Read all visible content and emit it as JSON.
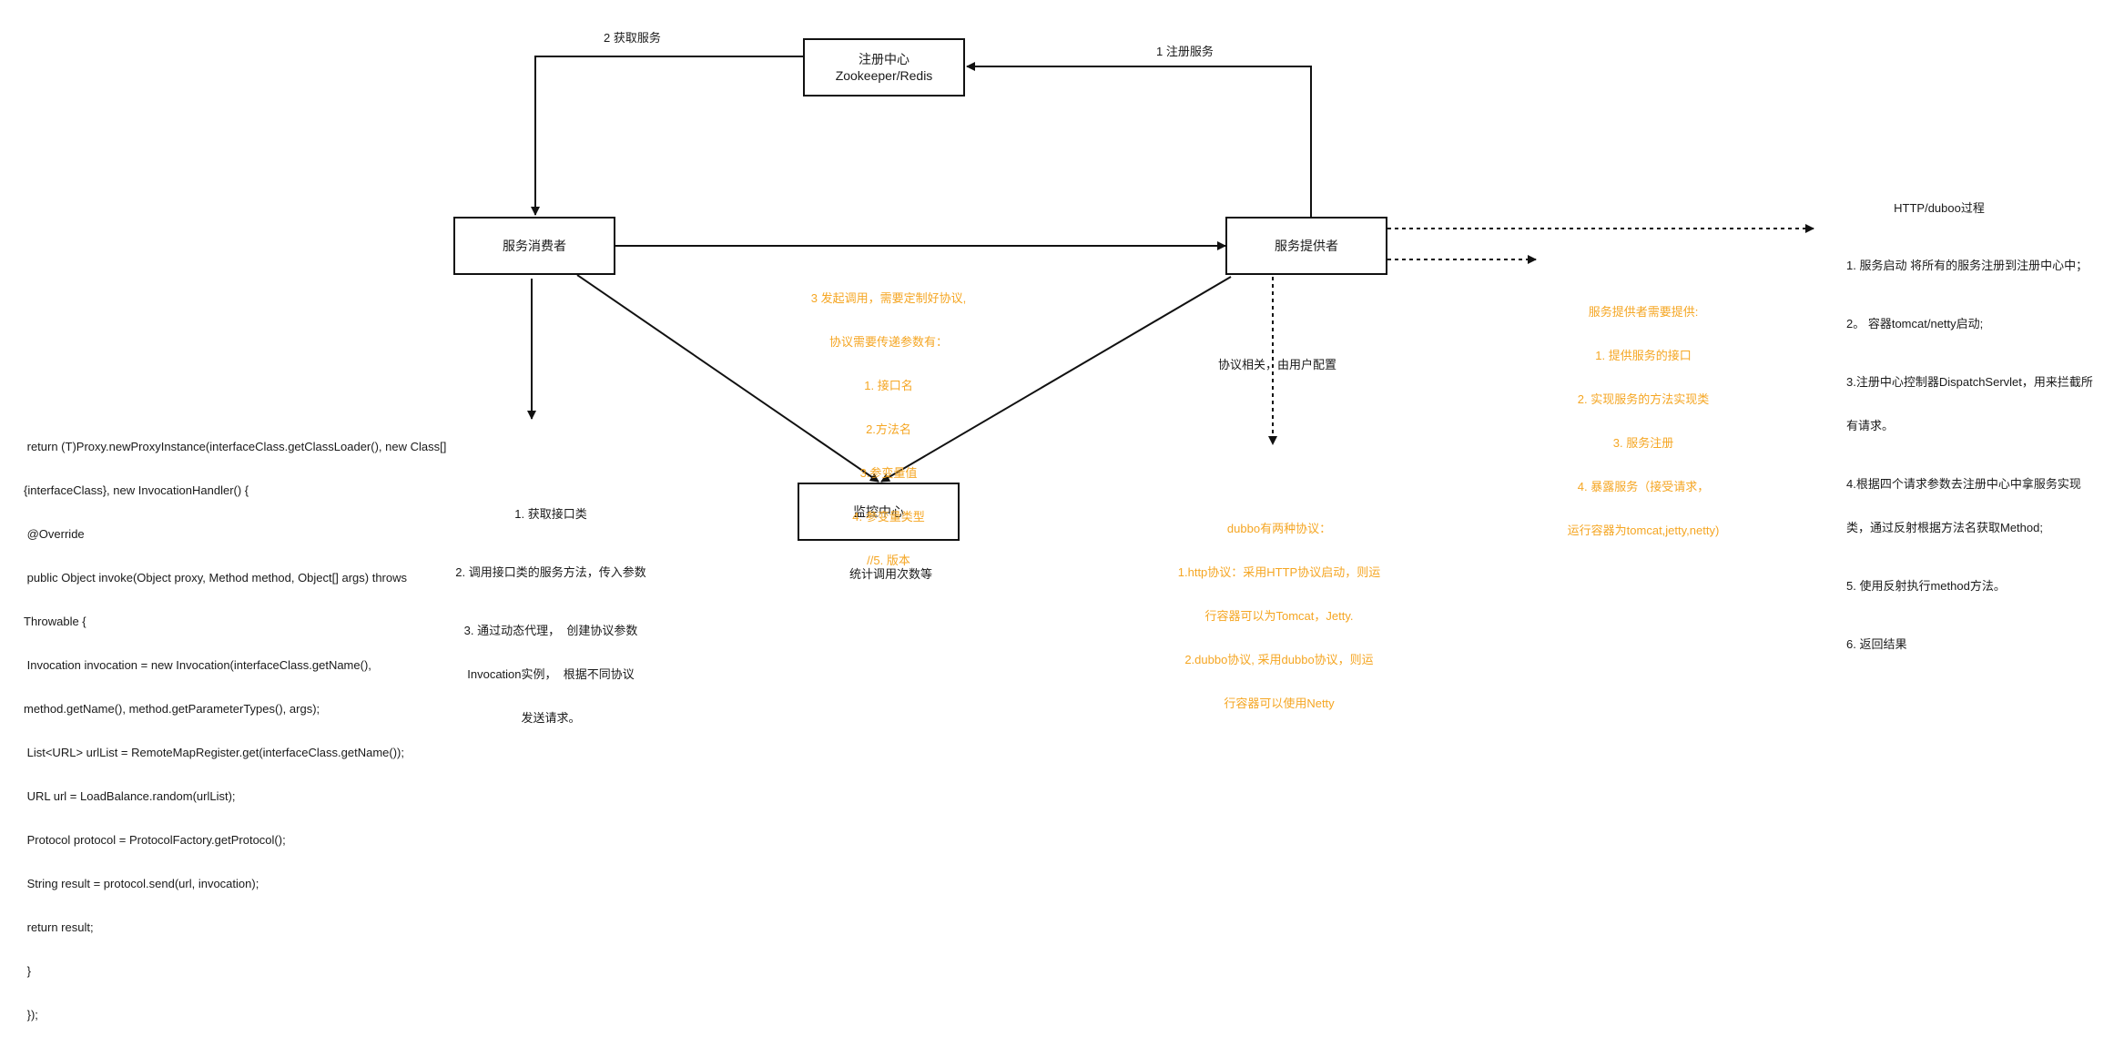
{
  "nodes": {
    "registry": {
      "line1": "注册中心",
      "line2": "Zookeeper/Redis"
    },
    "consumer": {
      "label": "服务消费者"
    },
    "provider": {
      "label": "服务提供者"
    },
    "monitor": {
      "label": "监控中心"
    }
  },
  "edges": {
    "get_service": "2 获取服务",
    "register_service": "1 注册服务",
    "protocol_config": "协议相关，由用户配置"
  },
  "invoke_note": [
    "3 发起调用，需要定制好协议,",
    "协议需要传递参数有：",
    "1. 接口名",
    "2.方法名",
    "3.参变量值",
    "4. 参变量类型",
    "//5. 版本"
  ],
  "provider_note": [
    "服务提供者需要提供:",
    "1. 提供服务的接口",
    "2. 实现服务的方法实现类",
    "3. 服务注册",
    "4. 暴露服务（接受请求，",
    "运行容器为tomcat,jetty,netty)"
  ],
  "dubbo_note": [
    "dubbo有两种协议：",
    "1.http协议：采用HTTP协议启动，则运",
    "行容器可以为Tomcat，Jetty.",
    "2.dubbo协议, 采用dubbo协议，则运",
    "行容器可以使用Netty"
  ],
  "consumer_steps": [
    "1. 获取接口类",
    "2. 调用接口类的服务方法，传入参数",
    "3. 通过动态代理，  创建协议参数",
    "Invocation实例，  根据不同协议",
    "发送请求。"
  ],
  "monitor_note": "统计调用次数等",
  "code_lines": [
    " return (T)Proxy.newProxyInstance(interfaceClass.getClassLoader(), new Class[]",
    "{interfaceClass}, new InvocationHandler() {",
    " @Override",
    " public Object invoke(Object proxy, Method method, Object[] args) throws",
    "Throwable {",
    " Invocation invocation = new Invocation(interfaceClass.getName(),",
    "method.getName(), method.getParameterTypes(), args);",
    " List<URL> urlList = RemoteMapRegister.get(interfaceClass.getName());",
    " URL url = LoadBalance.random(urlList);",
    " Protocol protocol = ProtocolFactory.getProtocol();",
    " String result = protocol.send(url, invocation);",
    " return result;",
    " }",
    " });"
  ],
  "http_process": {
    "title": "HTTP/duboo过程",
    "steps": [
      "1. 服务启动 将所有的服务注册到注册中心中；",
      "2。 容器tomcat/netty启动;",
      "3.注册中心控制器DispatchServlet，用来拦截所",
      "有请求。",
      "4.根据四个请求参数去注册中心中拿服务实现",
      "类，通过反射根据方法名获取Method;",
      "5. 使用反射执行method方法。",
      "6. 返回结果"
    ]
  },
  "colors": {
    "orange": "#f5a623",
    "line": "#111111"
  }
}
